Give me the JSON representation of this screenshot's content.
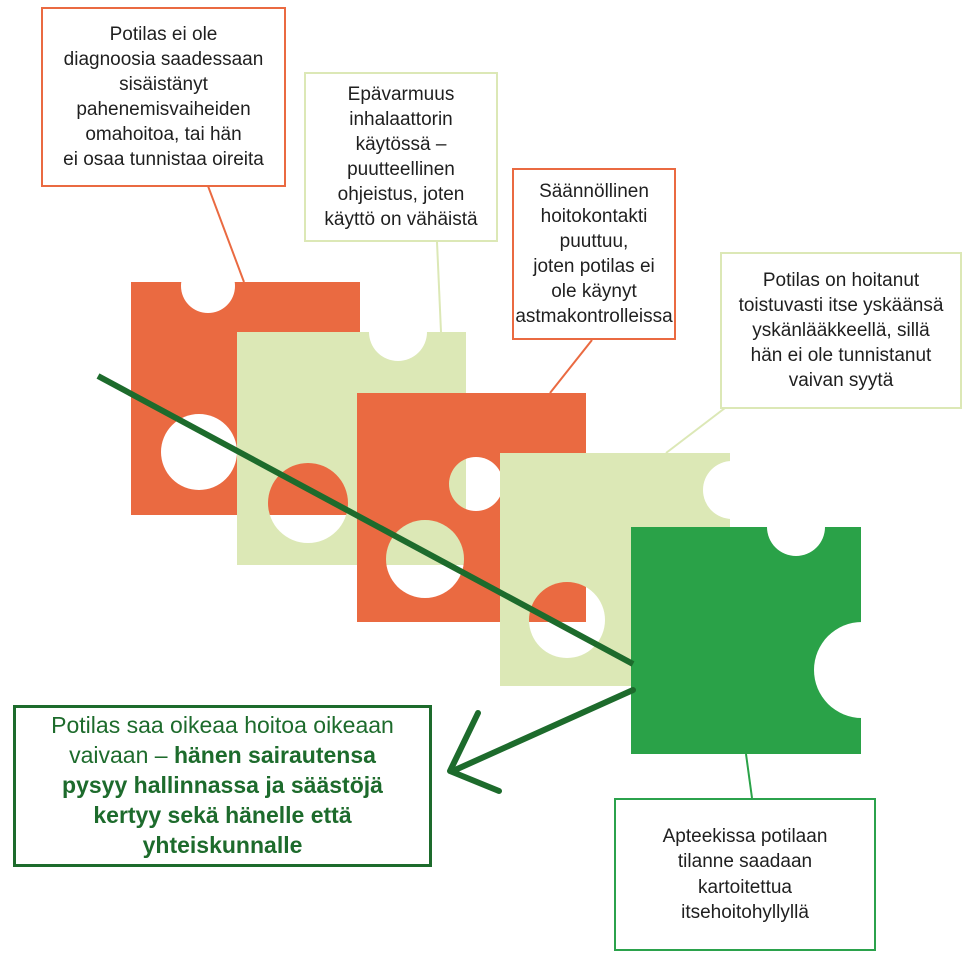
{
  "colors": {
    "orange": "#ea6a41",
    "light_green": "#dce8b6",
    "green": "#2aa248",
    "dark_green": "#1d6b2c"
  },
  "boxes": {
    "diagnosis": "Potilas ei ole\ndiagnoosia saadessaan\nsisäistänyt\npahenemisvaiheiden\nomahoitoa, tai hän\nei osaa tunnistaa oireita",
    "inhaler": "Epävarmuus\ninhalaattorin\nkäytössä –\npuutteellinen\nohjeistus, joten\nkäyttö on vähäistä",
    "contact": "Säännöllinen\nhoitokontakti\npuuttuu,\njoten potilas ei\nole käynyt\nastmakontrolleissa",
    "cough": "Potilas on hoitanut\ntoistuvasti itse yskäänsä\nyskänlääkkeellä, sillä\nhän ei ole tunnistanut\nvaivan syytä",
    "pharmacy": "Apteekissa potilaan\ntilanne saadaan\nkartoitettua\nitsehoitohyllyllä"
  },
  "result": {
    "normal": "Potilas saa oikeaa hoitoa oikeaan vaivaan – ",
    "bold": "hänen sairautensa pysyy hallinnassa ja säästöjä kertyy sekä hänelle että yhteiskunnalle"
  }
}
